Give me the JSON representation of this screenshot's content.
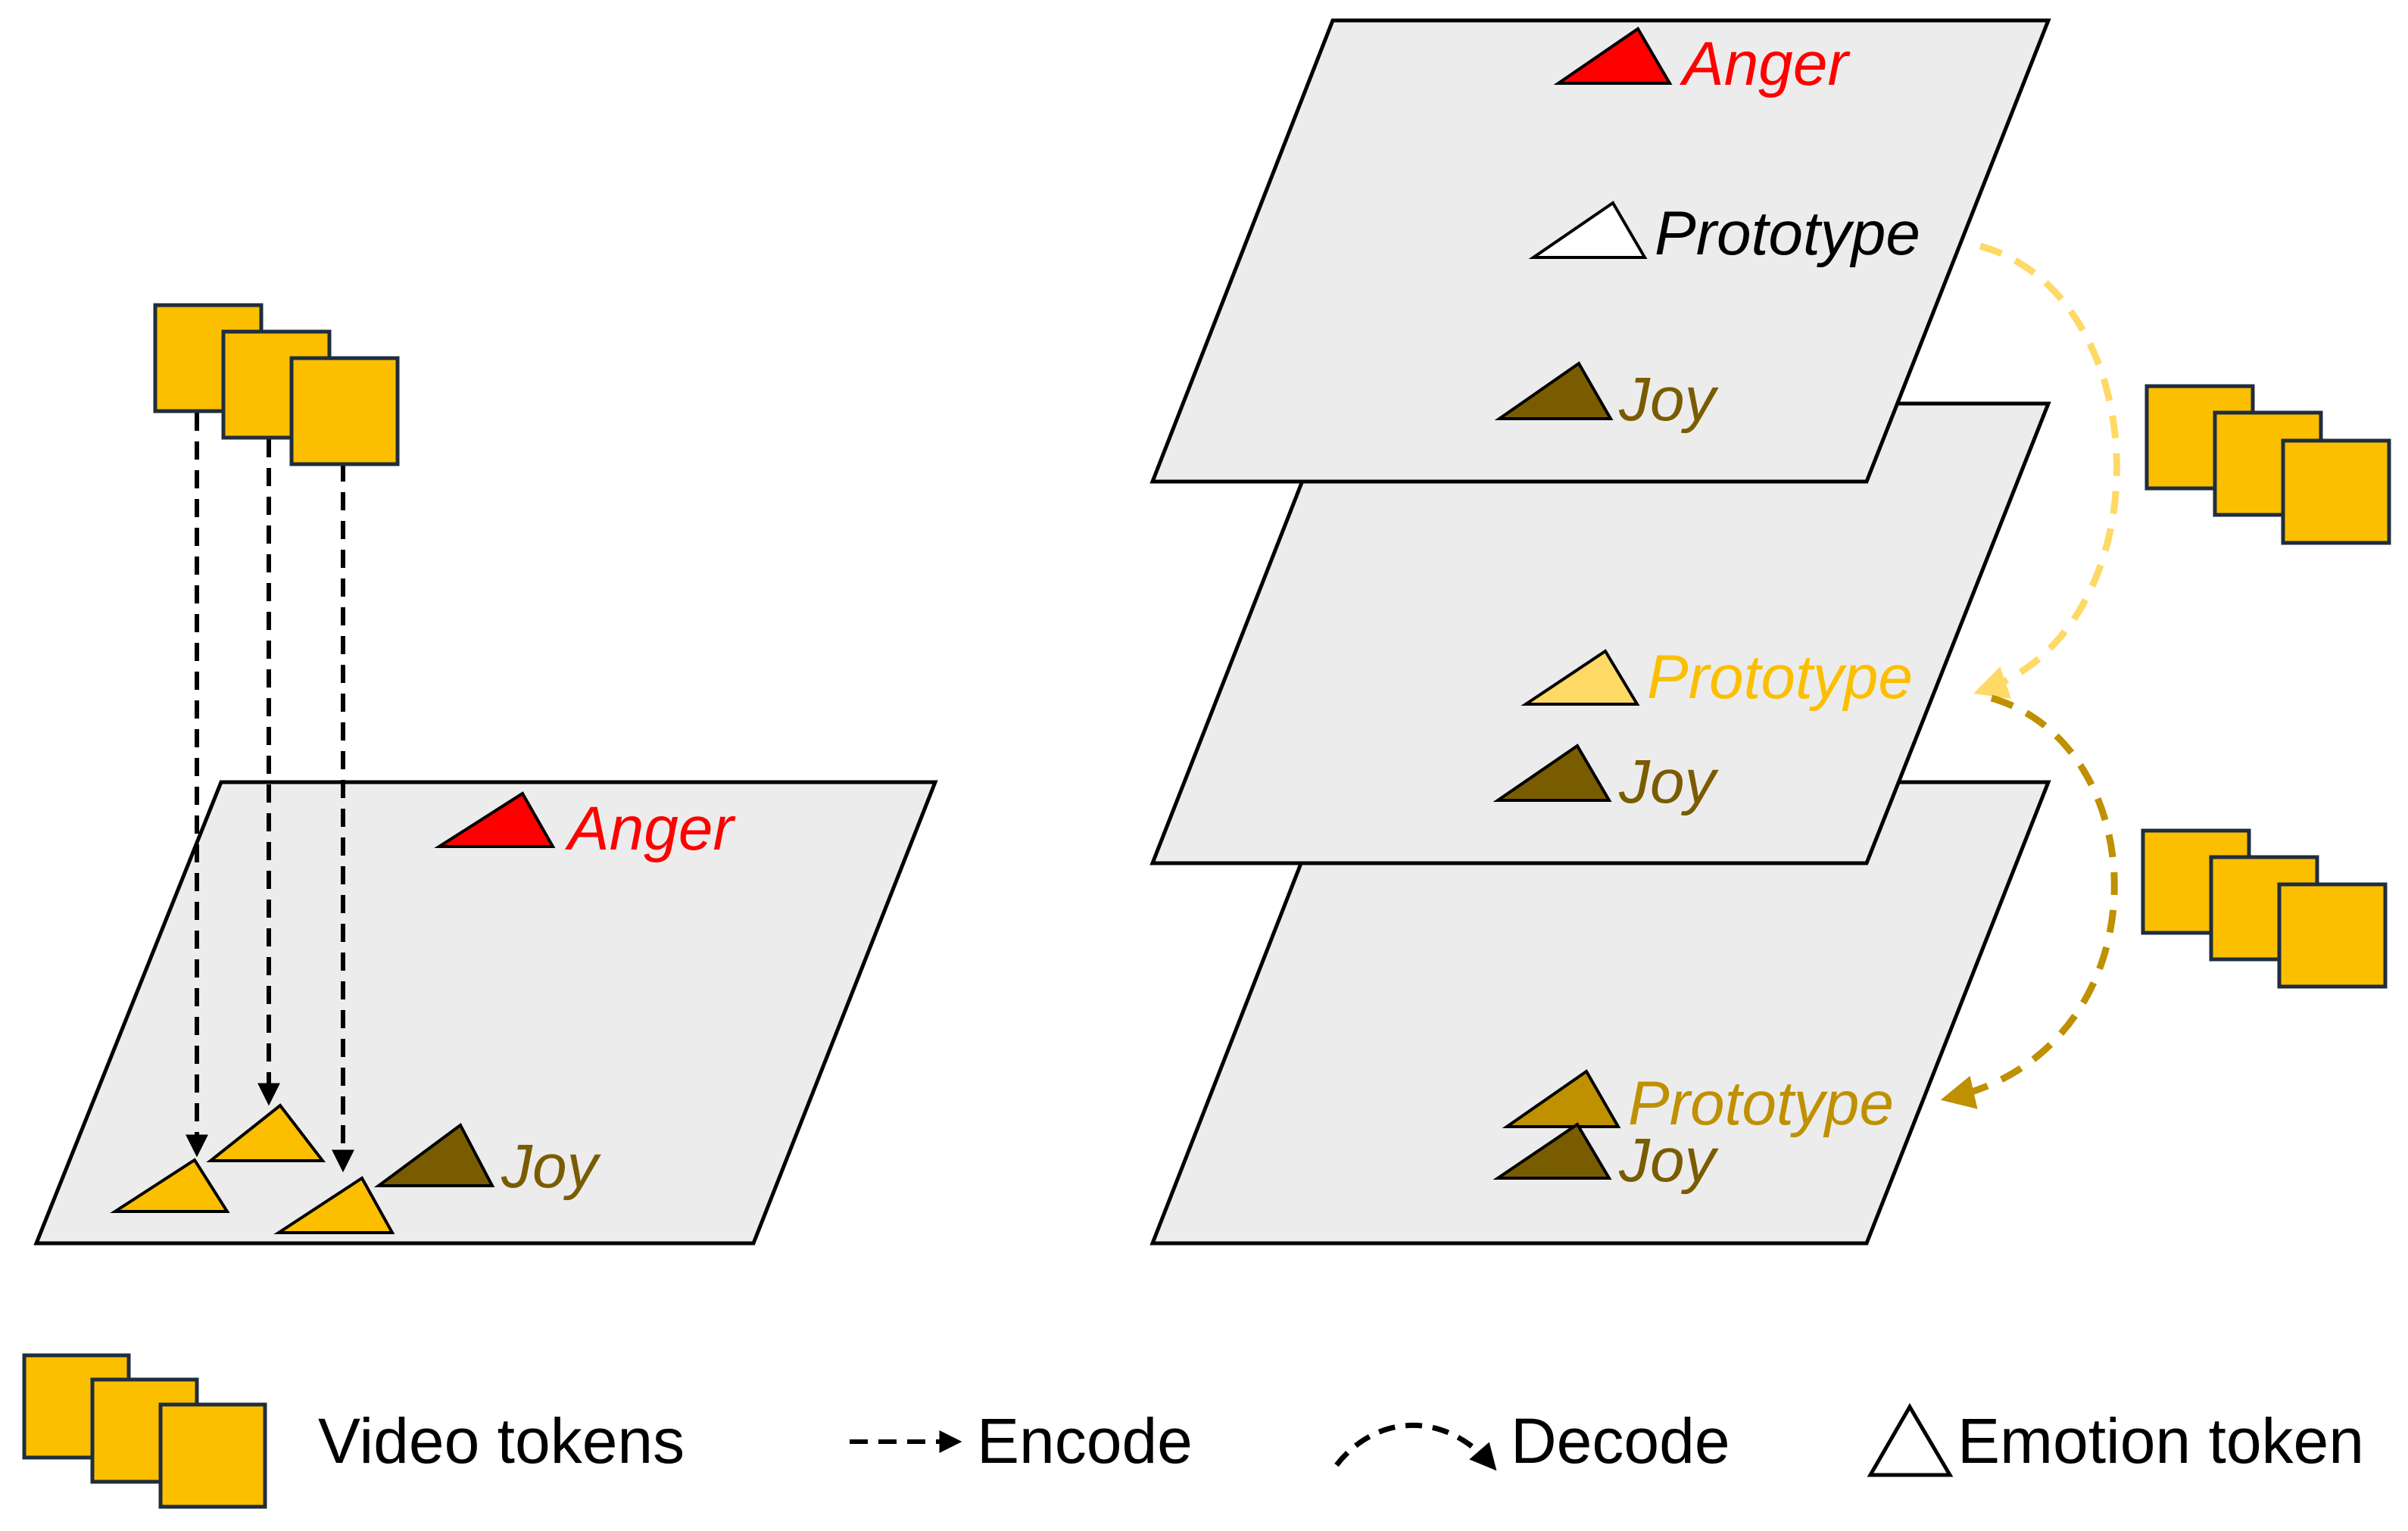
{
  "colors": {
    "token_gold": "#fbbf00",
    "anger_red": "#ff0000",
    "joy_brown": "#7a5c00",
    "prototype_light": "#ffd966",
    "prototype_dark": "#bf9000",
    "plane_gray": "#ececec"
  },
  "left_space": {
    "anger_label": "Anger",
    "joy_label": "Joy"
  },
  "right_stack": {
    "top": {
      "anger_label": "Anger",
      "prototype_label": "Prototype",
      "joy_label": "Joy"
    },
    "middle": {
      "prototype_label": "Prototype",
      "joy_label": "Joy"
    },
    "bottom": {
      "prototype_label": "Prototype",
      "joy_label": "Joy"
    }
  },
  "legend": {
    "video_tokens": "Video tokens",
    "encode": "Encode",
    "decode": "Decode",
    "emotion_token": "Emotion token"
  },
  "icons": [
    "video-tokens-icon",
    "emotion-token-triangle-icon",
    "encode-arrow-icon",
    "decode-arrow-icon"
  ]
}
